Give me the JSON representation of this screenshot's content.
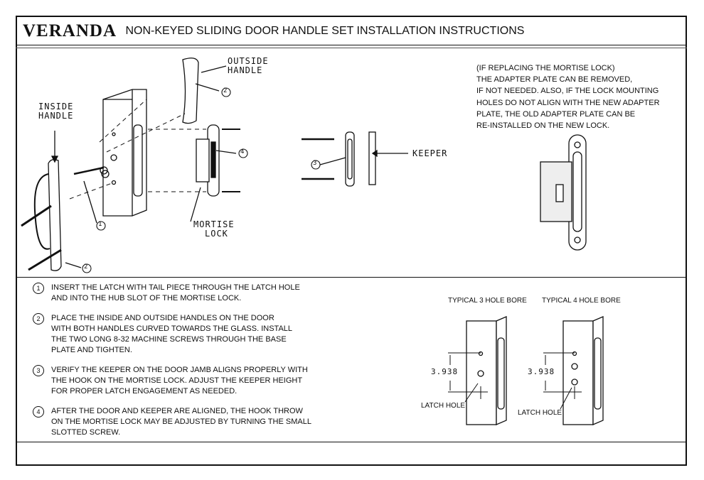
{
  "header": {
    "brand": "VERANDA",
    "title": "NON-KEYED SLIDING DOOR HANDLE SET INSTALLATION INSTRUCTIONS"
  },
  "diagram": {
    "labels": {
      "outside_handle": [
        "OUTSIDE",
        "HANDLE"
      ],
      "inside_handle": [
        "INSIDE",
        "HANDLE"
      ],
      "mortise_lock": [
        "MORTISE",
        "LOCK"
      ],
      "keeper": "KEEPER"
    },
    "callouts": [
      "1",
      "2",
      "3",
      "4"
    ]
  },
  "note": {
    "lines": [
      "(IF REPLACING THE MORTISE LOCK)",
      "THE ADAPTER PLATE CAN BE REMOVED,",
      "IF NOT NEEDED. ALSO, IF THE LOCK MOUNTING",
      "HOLES DO NOT ALIGN WITH THE NEW ADAPTER",
      "PLATE, THE OLD ADAPTER PLATE CAN BE",
      "RE-INSTALLED ON THE NEW LOCK."
    ]
  },
  "steps": [
    {
      "num": "1",
      "lines": [
        "INSERT THE LATCH WITH TAIL PIECE THROUGH THE LATCH HOLE",
        "AND INTO THE HUB SLOT OF THE MORTISE LOCK."
      ]
    },
    {
      "num": "2",
      "lines": [
        "PLACE THE INSIDE AND OUTSIDE HANDLES ON THE DOOR",
        "WITH BOTH HANDLES CURVED TOWARDS THE GLASS. INSTALL",
        "THE TWO LONG 8-32 MACHINE SCREWS THROUGH THE BASE",
        "PLATE AND TIGHTEN."
      ]
    },
    {
      "num": "3",
      "lines": [
        "VERIFY THE KEEPER ON THE DOOR JAMB ALIGNS PROPERLY WITH",
        "THE HOOK ON THE MORTISE LOCK. ADJUST THE KEEPER HEIGHT",
        "FOR PROPER LATCH ENGAGEMENT AS NEEDED."
      ]
    },
    {
      "num": "4",
      "lines": [
        "AFTER THE DOOR AND KEEPER ARE ALIGNED, THE HOOK THROW",
        "ON THE MORTISE LOCK MAY BE ADJUSTED BY TURNING THE SMALL",
        "SLOTTED SCREW."
      ]
    }
  ],
  "bores": [
    {
      "title": "TYPICAL 3 HOLE BORE",
      "dimension": "3.938",
      "latch_label": "LATCH HOLE"
    },
    {
      "title": "TYPICAL 4 HOLE BORE",
      "dimension": "3.938",
      "latch_label": "LATCH HOLE"
    }
  ]
}
